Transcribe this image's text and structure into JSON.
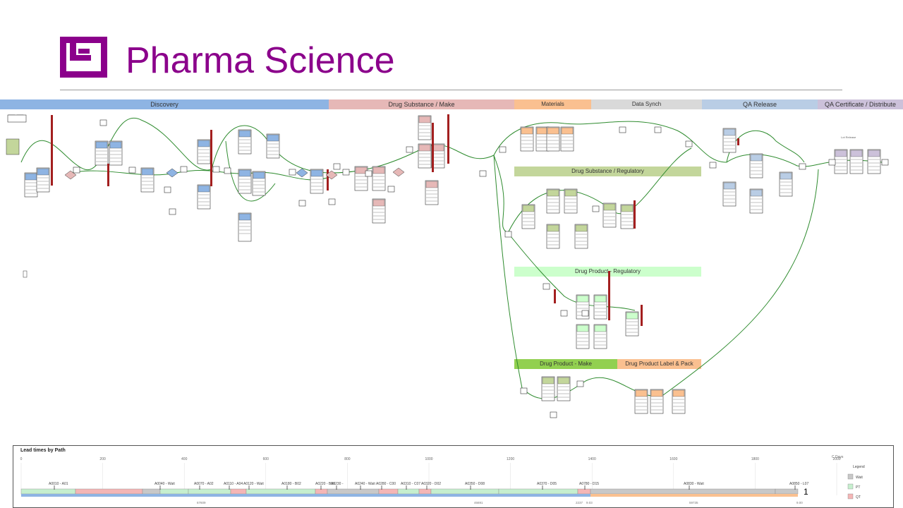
{
  "header": {
    "title": "Pharma Science"
  },
  "phases": [
    {
      "label": "Discovery",
      "color": "#8eb4e3"
    },
    {
      "label": "Drug Substance / Make",
      "color": "#e6b8b7"
    },
    {
      "label": "Materials",
      "color": "#fac090"
    },
    {
      "label": "Data Synch",
      "color": "#d9d9d9"
    },
    {
      "label": "QA Release",
      "color": "#b9cde5"
    },
    {
      "label": "QA Certificate / Distribute",
      "color": "#ccc1da"
    }
  ],
  "sub_phases": [
    {
      "label": "Drug Substance / Regulatory",
      "color": "#c3d69b"
    },
    {
      "label": "Drug Product - Regulatory",
      "color": "#ccffcc"
    },
    {
      "label": "Drug Product - Make",
      "color": "#92d050"
    },
    {
      "label": "Drug Product Label & Pack",
      "color": "#fac090"
    }
  ],
  "gantt": {
    "title": "Lead times by Path",
    "axis_ticks": [
      "0",
      "200",
      "400",
      "600",
      "800",
      "1000",
      "1200",
      "1400",
      "1600",
      "1800",
      "2000"
    ],
    "unit_label": "C Days",
    "milestones": [
      "A0010 - A01",
      "A0040 - Wait",
      "A0070 - A02",
      "A0110 - A04",
      "A0120 - Wait",
      "A0180 - B02",
      "A0220 - B06",
      "A0230 -",
      "A0240 - Wait",
      "A0280 - C00",
      "A0310 - C07",
      "A0320 - D02",
      "A0350 - D08",
      "A0370 - D05",
      "A0780 - D15",
      "A0830 - Wait",
      "A0850 - L07"
    ],
    "bottom_labels": [
      "67609",
      "46691",
      "2237",
      "9.03",
      "59735",
      "9.00"
    ],
    "legend": {
      "title": "Legend",
      "items": [
        {
          "label": "Wait",
          "color": "#c8c8c8"
        },
        {
          "label": "PT",
          "color": "#c6efce"
        },
        {
          "label": "QT",
          "color": "#f4b6b6"
        }
      ]
    }
  },
  "page_number": "1",
  "diagram_labels": {
    "lot_release": "Lot Release"
  }
}
